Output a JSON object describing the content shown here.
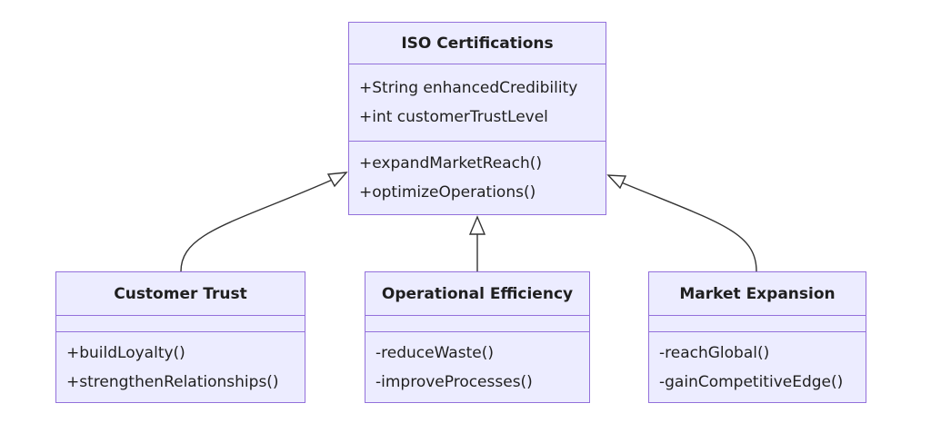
{
  "diagram": {
    "parent": {
      "name": "ISO Certifications",
      "attributes": [
        "+String enhancedCredibility",
        "+int customerTrustLevel"
      ],
      "methods": [
        "+expandMarketReach()",
        "+optimizeOperations()"
      ]
    },
    "children": [
      {
        "name": "Customer Trust",
        "attributes": [],
        "methods": [
          "+buildLoyalty()",
          "+strengthenRelationships()"
        ]
      },
      {
        "name": "Operational Efficiency",
        "attributes": [],
        "methods": [
          "-reduceWaste()",
          "-improveProcesses()"
        ]
      },
      {
        "name": "Market Expansion",
        "attributes": [],
        "methods": [
          "-reachGlobal()",
          "-gainCompetitiveEdge()"
        ]
      }
    ],
    "relationships": [
      {
        "from": "Customer Trust",
        "to": "ISO Certifications",
        "type": "inheritance"
      },
      {
        "from": "Operational Efficiency",
        "to": "ISO Certifications",
        "type": "inheritance"
      },
      {
        "from": "Market Expansion",
        "to": "ISO Certifications",
        "type": "inheritance"
      }
    ],
    "colors": {
      "box_fill": "#ececff",
      "box_border": "#9370db",
      "edge": "#333333",
      "text": "#1f1f1f"
    }
  }
}
